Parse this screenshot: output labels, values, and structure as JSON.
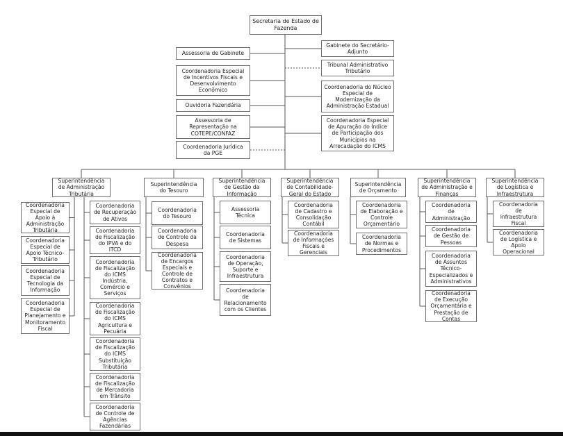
{
  "org_chart": {
    "secretary": "Secretaria de Estado de\nFazenda",
    "left_units": [
      "Assessoria de Gabinete",
      "Coordenadoria Especial\nde Incentivos Fiscais e\nDesenvolvimento\nEconômico",
      "Ouvidoria Fazendária",
      "Assessoria de\nRepresentação na\nCOTEPE/CONFAZ",
      "Coordenadoria Jurídica\nda PGE"
    ],
    "right_units": [
      "Gabinete do Secretário-\nAdjunto",
      "Tribunal Administrativo\nTributário",
      "Coordenadoria do Núcleo\nEspecial de\nModernização da\nAdministração Estadual",
      "Coordenadoria Especial\nde Apuração do Índice\nde Participação dos\nMunicípios na\nArrecadação do ICMS"
    ],
    "superintendencies": [
      {
        "name": "Superintendência\nde Administração\nTributária",
        "left_children": [
          "Coordenadoria\nEspecial de\nApoio à\nAdministração\nTributária",
          "Coordenadoria\nEspecial de\nApoio Técnico-\nTributário",
          "Coordenadoria\nEspecial de\nTecnologia da\nInformação",
          "Coordenadoria\nEspecial de\nPlanejamento e\nMonitoramento\nFiscal"
        ],
        "children": [
          "Coordenadoria\nde Recuperação\nde Ativos",
          "Coordenadoria\nde Fiscalização\ndo IPVA e do\nITCD",
          "Coordenadoria\nde Fiscalização\ndo ICMS\nIndústria,\nComércio e\nServiços",
          "Coordenadoria\nde Fiscalização\ndo ICMS\nAgricultura e\nPecuária",
          "Coordenadoria\nde Fiscalização\ndo ICMS\nSubstituição\nTributária",
          "Coordenadoria\nde Fiscalização\nde Mercadoria\nem Trânsito",
          "Coordenadoria\nde Controle de\nAgências\nFazendárias"
        ]
      },
      {
        "name": "Superintendência\ndo Tesouro",
        "children": [
          "Coordenadoria\ndo Tesouro",
          "Coordenadoria\nde Controle da\nDespesa",
          "Coordenadoria\nde Encargos\nEspeciais e\nControle de\nContratos e\nConvênios"
        ]
      },
      {
        "name": "Superintendência\nde Gestão da\nInformação",
        "children": [
          "Assessoria\nTécnica",
          "Coordenadoria\nde Sistemas",
          "Coordenadoria\nde Operação,\nSuporte e\nInfraestrutura",
          "Coordenadoria\nde\nRelacionamento\ncom os Clientes"
        ]
      },
      {
        "name": "Superintendência\nde Contabilidade-\nGeral do Estado",
        "children": [
          "Coordenadoria\nde Cadastro e\nConsolidação\nContábil",
          "Coordenadoria\nde Informações\nFiscais e\nGerenciais"
        ]
      },
      {
        "name": "Superintendência\nde Orçamento",
        "children": [
          "Coordenadoria\nde Elaboração e\nControle\nOrçamentário",
          "Coordenadoria\nde Normas e\nProcedimentos"
        ]
      },
      {
        "name": "Superintendência\nde Administração e\nFinanças",
        "children": [
          "Coordenadoria\nde\nAdministração",
          "Coordenadoria\nde Gestão de\nPessoas",
          "Coordenadoria\nde Assuntos\nTécnico-\nEspecializados e\nAdministrativos",
          "Coordenadoria\nde Execução\nOrçamentária e\nPrestação de\nContas"
        ]
      },
      {
        "name": "Superintendência\nde Logística e\nInfraestrutura",
        "children": [
          "Coordenadoria\nde\nInfraestrutura\nFiscal",
          "Coordenadoria\nde Logística e\nApoio\nOperacional"
        ]
      }
    ]
  }
}
